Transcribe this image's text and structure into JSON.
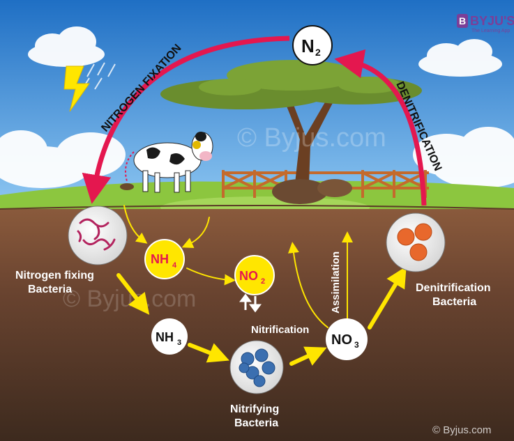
{
  "brand": {
    "name": "BYJU'S",
    "tagline": "The Learning App",
    "watermark_center": "© Byjus.com",
    "watermark_mid": "© Byjus.com",
    "footer": "© Byjus.com",
    "color": "#7b3f98"
  },
  "arrows": {
    "fixation": "NITROGEN FIXATION",
    "denitrification": "DENITRIFICATION",
    "nitrification": "Nitrification",
    "assimilation": "Assimilation"
  },
  "nodes": {
    "n2": {
      "base": "N",
      "sub": "2"
    },
    "nh4": {
      "base": "NH",
      "sub": "4"
    },
    "no2": {
      "base": "NO",
      "sub": "2"
    },
    "nh3": {
      "base": "NH",
      "sub": "3"
    },
    "no3": {
      "base": "NO",
      "sub": "3"
    }
  },
  "bacteria": {
    "fixing": {
      "line1": "Nitrogen fixing",
      "line2": "Bacteria"
    },
    "nitrifying": {
      "line1": "Nitrifying",
      "line2": "Bacteria"
    },
    "denitrification": {
      "line1": "Denitrification",
      "line2": "Bacteria"
    }
  },
  "colors": {
    "sky": "#2f86d6",
    "grass": "#8cc63f",
    "soil_top": "#8a5a3c",
    "soil_bottom": "#3d2a1e",
    "cycle_arrow": "#e4174f",
    "flow_arrow": "#ffe600",
    "ammonium_circle": "#ffe600"
  }
}
